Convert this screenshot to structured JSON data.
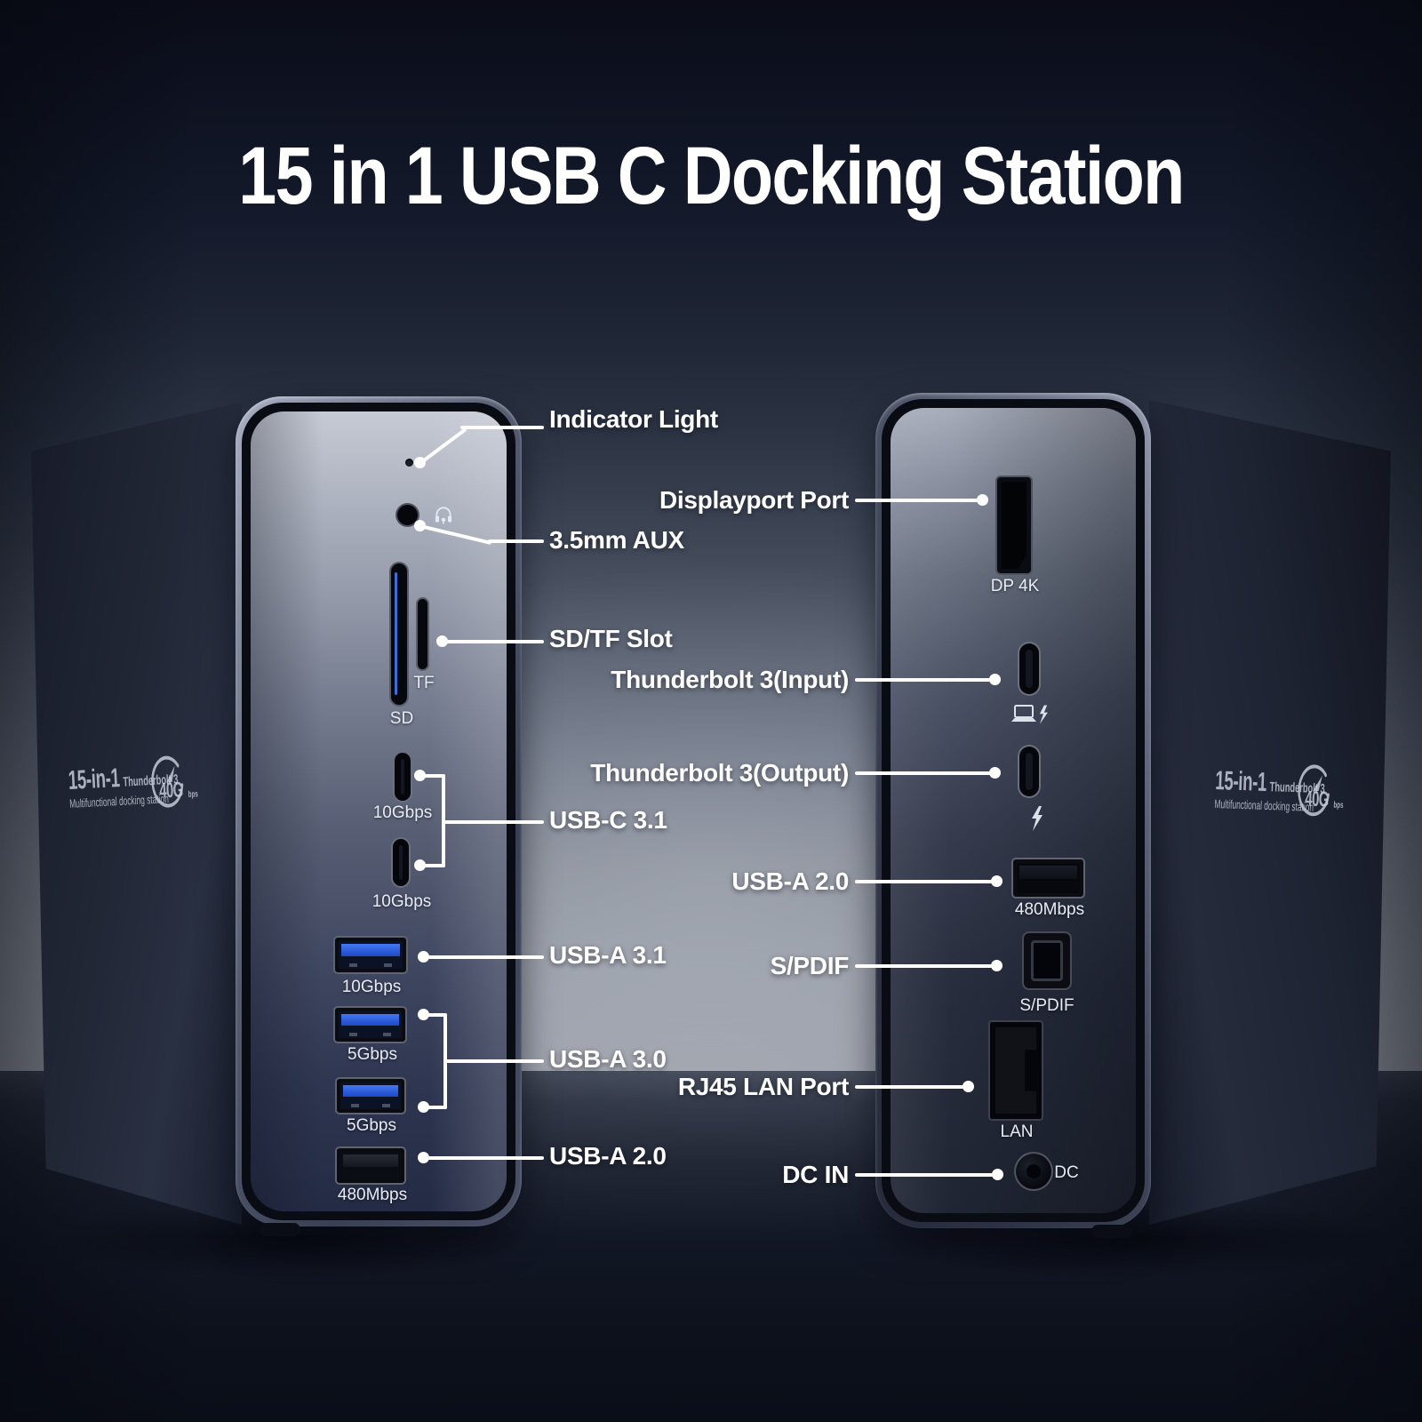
{
  "title": "15 in 1 USB C Docking Station",
  "branding": {
    "model": "15-in-1",
    "tech": "Thunderbolt 3",
    "desc": "Multifunctional docking station",
    "speed": "40G",
    "speed_unit": "bps"
  },
  "front": {
    "callouts": [
      {
        "label": "Indicator Light"
      },
      {
        "label": "3.5mm AUX"
      },
      {
        "label": "SD/TF Slot"
      },
      {
        "label": "USB-C 3.1"
      },
      {
        "label": "USB-A 3.1"
      },
      {
        "label": "USB-A 3.0"
      },
      {
        "label": "USB-A 2.0"
      }
    ],
    "ports": {
      "tf": "TF",
      "sd": "SD",
      "usbc_top": "10Gbps",
      "usbc_bottom": "10Gbps",
      "usba31": "10Gbps",
      "usba30_top": "5Gbps",
      "usba30_bottom": "5Gbps",
      "usba20": "480Mbps"
    }
  },
  "back": {
    "callouts": [
      {
        "label": "Displayport Port"
      },
      {
        "label": "Thunderbolt 3(Input)"
      },
      {
        "label": "Thunderbolt 3(Output)"
      },
      {
        "label": "USB-A 2.0"
      },
      {
        "label": "S/PDIF"
      },
      {
        "label": "RJ45 LAN Port"
      },
      {
        "label": "DC IN"
      }
    ],
    "ports": {
      "dp": "DP 4K",
      "usba20": "480Mbps",
      "spdif": "S/PDIF",
      "lan": "LAN",
      "dc": "DC"
    }
  },
  "colors": {
    "label_text": "#ffffff",
    "usb_blue": "#2d62e6",
    "panel_silver": "#c3c7d1",
    "background_dark": "#0a0d18",
    "background_light": "#9da1ab",
    "floor_dark": "#0a0e17"
  }
}
